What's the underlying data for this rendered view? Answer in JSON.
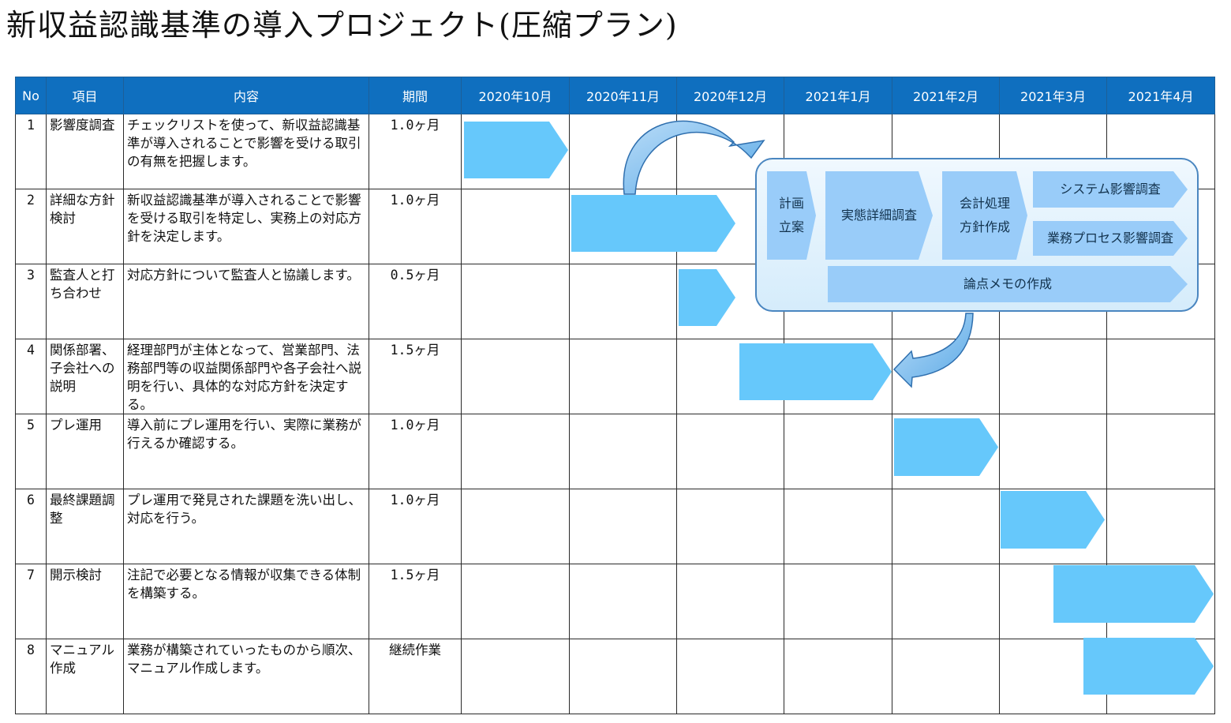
{
  "title": "新収益認識基準の導入プロジェクト(圧縮プラン)",
  "headers": {
    "no": "No",
    "item": "項目",
    "content": "内容",
    "period": "期間",
    "months": [
      "2020年10月",
      "2020年11月",
      "2020年12月",
      "2021年1月",
      "2021年2月",
      "2021年3月",
      "2021年4月"
    ]
  },
  "rows": [
    {
      "no": "1",
      "item": "影響度調査",
      "content": "チェックリストを使って、新収益認識基準が導入されることで影響を受ける取引の有無を把握します。",
      "period": "1.0ヶ月"
    },
    {
      "no": "2",
      "item": "詳細な方針検討",
      "content": "新収益認識基準が導入されることで影響を受ける取引を特定し、実務上の対応方針を決定します。",
      "period": "1.0ヶ月"
    },
    {
      "no": "3",
      "item": "監査人と打ち合わせ",
      "content": "対応方針について監査人と協議します。",
      "period": "0.5ヶ月"
    },
    {
      "no": "4",
      "item": "関係部署、子会社への説明",
      "content": "経理部門が主体となって、営業部門、法務部門等の収益関係部門や各子会社へ説明を行い、具体的な対応方針を決定する。",
      "period": "1.5ヶ月"
    },
    {
      "no": "5",
      "item": "プレ運用",
      "content": "導入前にプレ運用を行い、実際に業務が行えるか確認する。",
      "period": "1.0ヶ月"
    },
    {
      "no": "6",
      "item": "最終課題調整",
      "content": "プレ運用で発見された課題を洗い出し、対応を行う。",
      "period": "1.0ヶ月"
    },
    {
      "no": "7",
      "item": "開示検討",
      "content": "注記で必要となる情報が収集できる体制を構築する。",
      "period": "1.5ヶ月"
    },
    {
      "no": "8",
      "item": "マニュアル作成",
      "content": "業務が構築されていったものから順次、マニュアル作成します。",
      "period": "継続作業"
    }
  ],
  "detail_steps": {
    "plan_line1": "計画",
    "plan_line2": "立案",
    "survey": "実態詳細調査",
    "policy_line1": "会計処理",
    "policy_line2": "方針作成",
    "system": "システム影響調査",
    "process": "業務プロセス影響調査",
    "memo": "論点メモの作成"
  },
  "colors": {
    "header_bg": "#0f6fbf",
    "bar": "#66c8fb",
    "step": "#99ccf9",
    "callout_border": "#4a86c0"
  }
}
